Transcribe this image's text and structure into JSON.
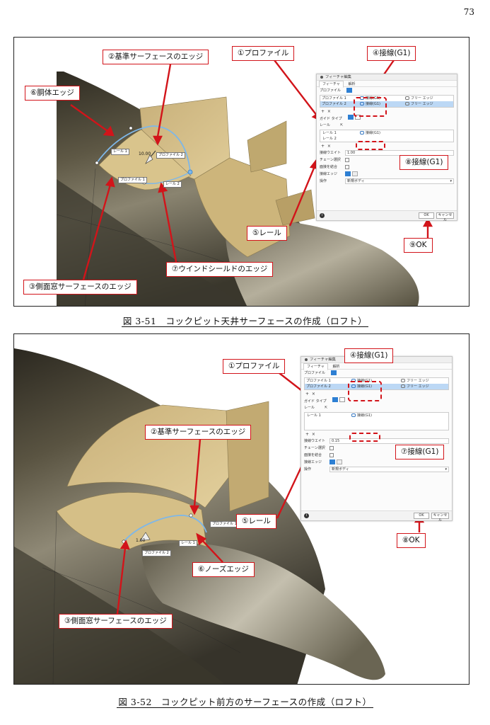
{
  "page_number": "73",
  "figure1": {
    "caption": "図 3-51　コックピット天井サーフェースの作成（ロフト）",
    "callouts": {
      "c1": "①プロファイル",
      "c2": "②基準サーフェースのエッジ",
      "c3": "③側面窓サーフェースのエッジ",
      "c4": "④接線(G1)",
      "c5": "⑤レール",
      "c6": "⑥胴体エッジ",
      "c7": "⑦ウインドシールドのエッジ",
      "c8": "⑧接線(G1)",
      "c9": "⑨OK"
    },
    "model_labels": {
      "rail1": "レール 1",
      "rail2": "レール 2",
      "profile1": "プロファイル 1",
      "profile2": "プロファイル 2",
      "dim": "10.00"
    },
    "dialog": {
      "title": "フィーチャ編集",
      "tab_feature": "フィーチャ",
      "tab_analysis": "解析",
      "profile_label": "プロファイル",
      "rows": [
        {
          "name": "プロファイル 1",
          "cond": "接線(G1)",
          "alt": "フリー エッジ"
        },
        {
          "name": "プロファイル 2",
          "cond": "接線(G1)",
          "alt": "フリー エッジ"
        }
      ],
      "plus": "+",
      "cross": "×",
      "guide_type": "ガイド タイプ",
      "rail_label": "レール",
      "rails": [
        {
          "name": "レール 1",
          "cond": "接線(G1)"
        },
        {
          "name": "レール 2",
          "cond": ""
        }
      ],
      "tangent_weight_label": "接線ウエイト",
      "tangent_weight": "1.00",
      "chain_label": "チェーン選択",
      "merge_label": "面接を結合",
      "edge_label": "接線エッジ",
      "operation_label": "操作",
      "operation_value": "新規ボディ",
      "ok": "OK",
      "cancel": "キャンセル"
    }
  },
  "figure2": {
    "caption": "図 3-52　コックピット前方のサーフェースの作成（ロフト）",
    "callouts": {
      "c1": "①プロファイル",
      "c2": "②基準サーフェースのエッジ",
      "c3": "③側面窓サーフェースのエッジ",
      "c4": "④接線(G1)",
      "c5": "⑤レール",
      "c6": "⑥ノーズエッジ",
      "c7": "⑦接線(G1)",
      "c8": "⑧OK"
    },
    "model_labels": {
      "profile1": "プロファイル 1",
      "profile2": "プロファイル 2",
      "rail1": "レール 1",
      "dim": "1.00"
    },
    "dialog": {
      "title": "フィーチャ編集",
      "tab_feature": "フィーチャ",
      "tab_analysis": "解析",
      "profile_label": "プロファイル",
      "rows": [
        {
          "name": "プロファイル 1",
          "cond": "接線(G1)",
          "alt": "フリー エッジ"
        },
        {
          "name": "プロファイル 2",
          "cond": "接線(G1)",
          "alt": "フリー エッジ"
        }
      ],
      "plus": "+",
      "cross": "×",
      "guide_type": "ガイド タイプ",
      "rail_label": "レール",
      "rails": [
        {
          "name": "レール 1",
          "cond": "接線(G1)"
        }
      ],
      "tangent_weight_label": "接線ウエイト",
      "tangent_weight": "0.15",
      "chain_label": "チェーン選択",
      "merge_label": "面接を結合",
      "edge_label": "接線エッジ",
      "operation_label": "操作",
      "operation_value": "新規ボディ",
      "ok": "OK",
      "cancel": "キャンセル"
    }
  },
  "colors": {
    "callout_red": "#d2141a",
    "surface_tan": "#d4bd85",
    "fuselage_dark": "#4a4536",
    "selection_blue": "#2d7fd3"
  }
}
